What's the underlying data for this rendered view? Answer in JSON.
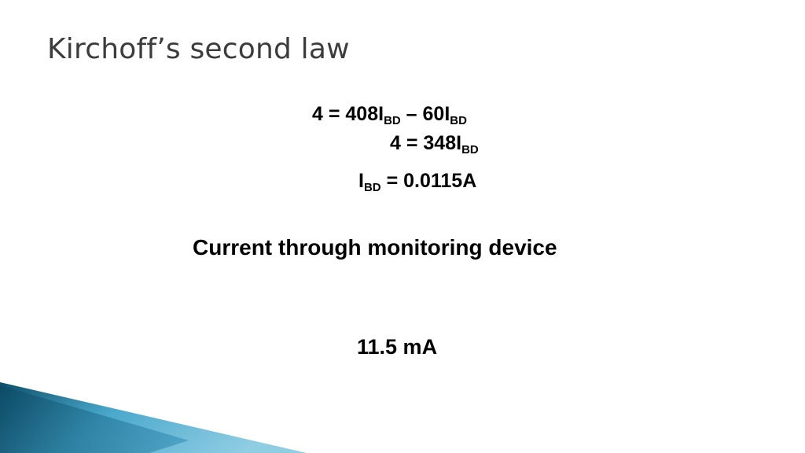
{
  "slide": {
    "title": "Kirchoff’s second law"
  },
  "equations": {
    "eq1": {
      "lhs": "4 = 408I",
      "sub1": "BD",
      "mid": " – 60I",
      "sub2": "BD"
    },
    "eq2": {
      "lhs": "4 = 348I",
      "sub1": "BD"
    },
    "eq3": {
      "var": "I",
      "sub1": "BD",
      "rhs": " =  0.0115A"
    }
  },
  "caption": "Current through monitoring device",
  "answer": "11.5 mA",
  "colors": {
    "title": "#3c3c3c",
    "text": "#000000",
    "accent_dark": "#0c4f6a",
    "accent_light": "#4aa8cc"
  }
}
